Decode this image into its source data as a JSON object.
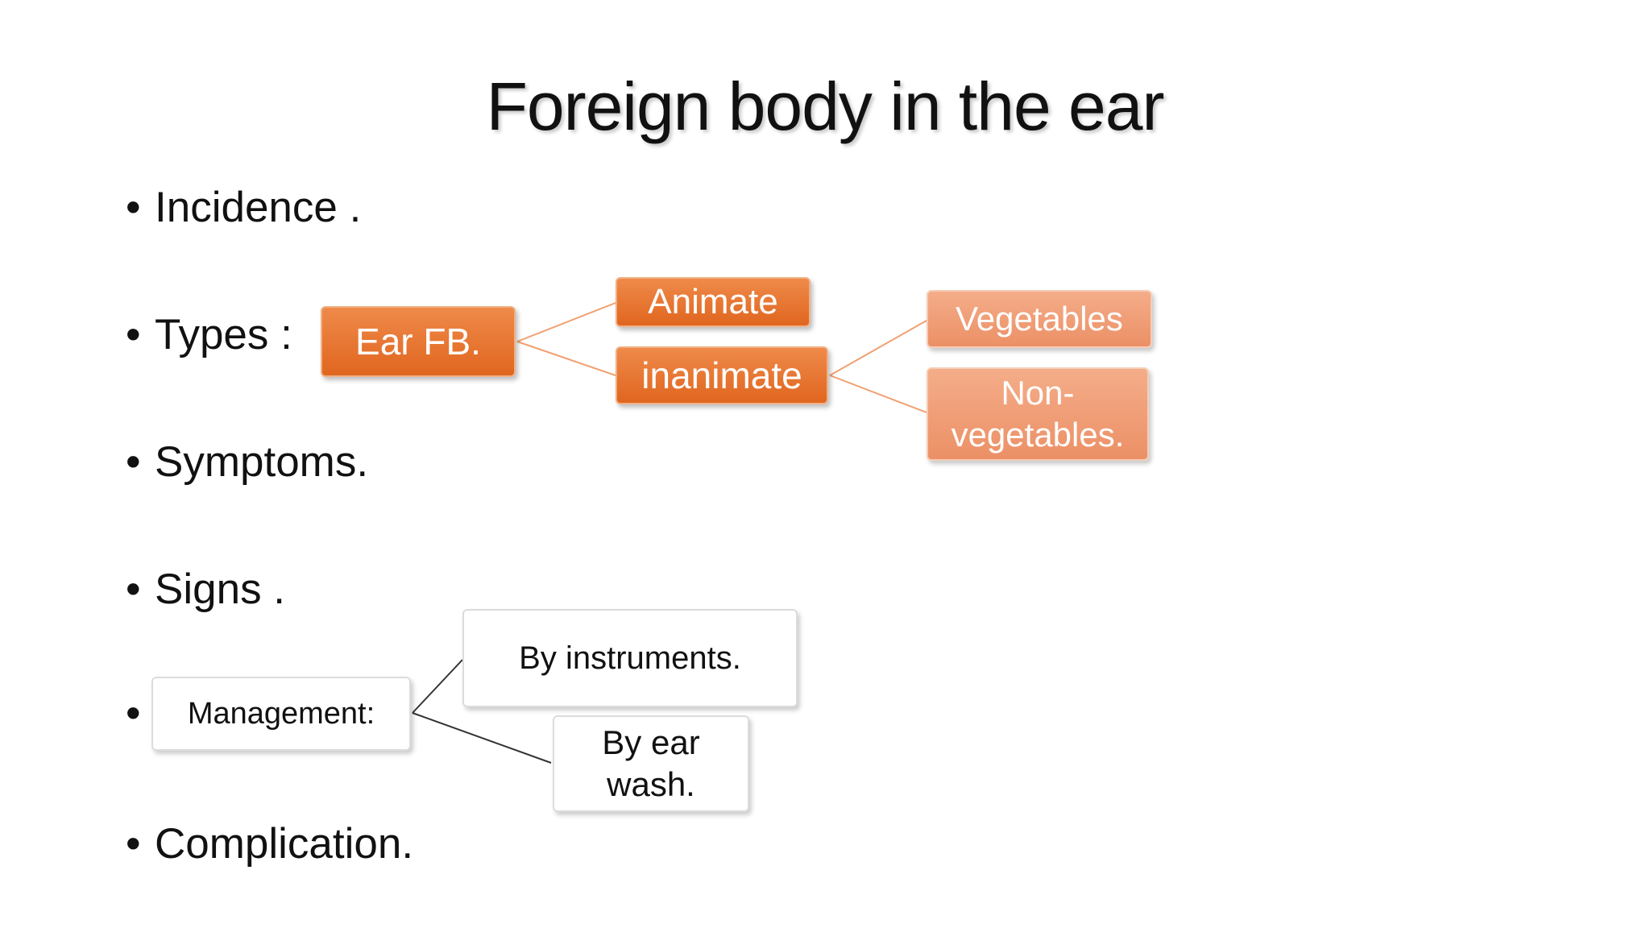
{
  "title": "Foreign body in the ear",
  "bullet_symbol": "•",
  "bullets": [
    {
      "label": "Incidence ."
    },
    {
      "label": "Types :"
    },
    {
      "label": "Symptoms."
    },
    {
      "label": "Signs ."
    },
    {
      "label": ""
    },
    {
      "label": "Complication."
    }
  ],
  "types_diagram": {
    "root": "Ear FB.",
    "animate": "Animate",
    "inanimate": "inanimate",
    "vegetables": "Vegetables",
    "non_vegetables": "Non-\nvegetables."
  },
  "management_diagram": {
    "root": "Management:",
    "by_instruments": "By instruments.",
    "by_ear_wash": "By ear\nwash."
  },
  "colors": {
    "dark_orange": "#e36c24",
    "light_orange": "#f09c74",
    "connector_orange": "#f0a070",
    "connector_dark": "#333333"
  }
}
